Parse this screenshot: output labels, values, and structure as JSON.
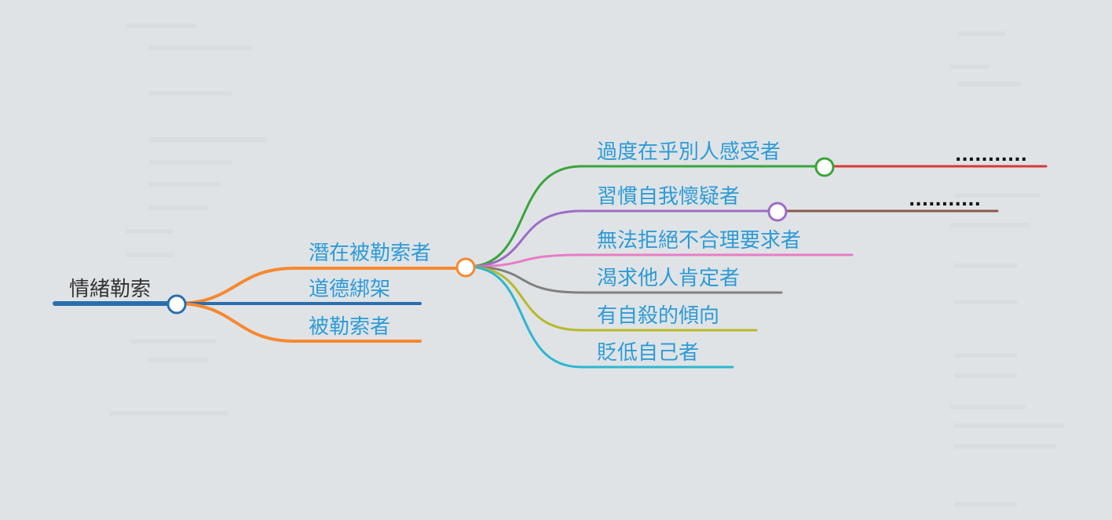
{
  "root": {
    "label": "情緒勒索",
    "color": "#2a6fad"
  },
  "level1": [
    {
      "label": "潛在被勒索者",
      "color": "#f7882f"
    },
    {
      "label": "道德綁架",
      "color": "#2a6fad"
    },
    {
      "label": "被勒索者",
      "color": "#f7882f"
    }
  ],
  "level2": [
    {
      "label": "過度在乎別人感受者",
      "color": "#3aa43a",
      "child": {
        "label": "...........",
        "color": "#d9383a"
      }
    },
    {
      "label": "習慣自我懷疑者",
      "color": "#9e6cc4",
      "child": {
        "label": "...........",
        "color": "#8b5a4c"
      }
    },
    {
      "label": "無法拒絕不合理要求者",
      "color": "#e77cc6"
    },
    {
      "label": "渴求他人肯定者",
      "color": "#808080"
    },
    {
      "label": "有自殺的傾向",
      "color": "#b8b92a"
    },
    {
      "label": "貶低自己者",
      "color": "#2cb7cf"
    }
  ],
  "style": {
    "label_color": "#2d9bd6",
    "root_label_color": "#333333",
    "background": "#dfe3e6"
  }
}
